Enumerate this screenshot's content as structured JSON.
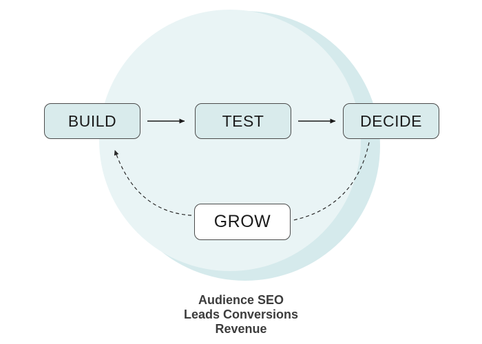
{
  "diagram": {
    "title_implied": "Build Test Decide Grow cycle",
    "nodes": [
      {
        "id": "build",
        "label": "BUILD"
      },
      {
        "id": "test",
        "label": "TEST"
      },
      {
        "id": "decide",
        "label": "DECIDE"
      },
      {
        "id": "grow",
        "label": "GROW"
      }
    ],
    "edges": [
      {
        "from": "build",
        "to": "test",
        "style": "solid-arrow"
      },
      {
        "from": "test",
        "to": "decide",
        "style": "solid-arrow"
      },
      {
        "from": "decide",
        "to": "grow",
        "style": "dashed-curve"
      },
      {
        "from": "grow",
        "to": "build",
        "style": "dashed-curve-arrow"
      }
    ],
    "caption": {
      "lines": [
        "Audience SEO",
        "Leads Conversions",
        "Revenue"
      ]
    },
    "colors": {
      "background": "#ffffff",
      "circle_light": "#e9f4f5",
      "circle_dark": "#d5eaec",
      "node_fill": "#d9ebec",
      "grow_fill": "#ffffff",
      "node_border": "#4a4a4a",
      "node_text": "#1b1b1b",
      "arrow": "#1a1a1a",
      "dashed_arrow": "#333333",
      "caption_text": "#3c3c3c"
    }
  }
}
